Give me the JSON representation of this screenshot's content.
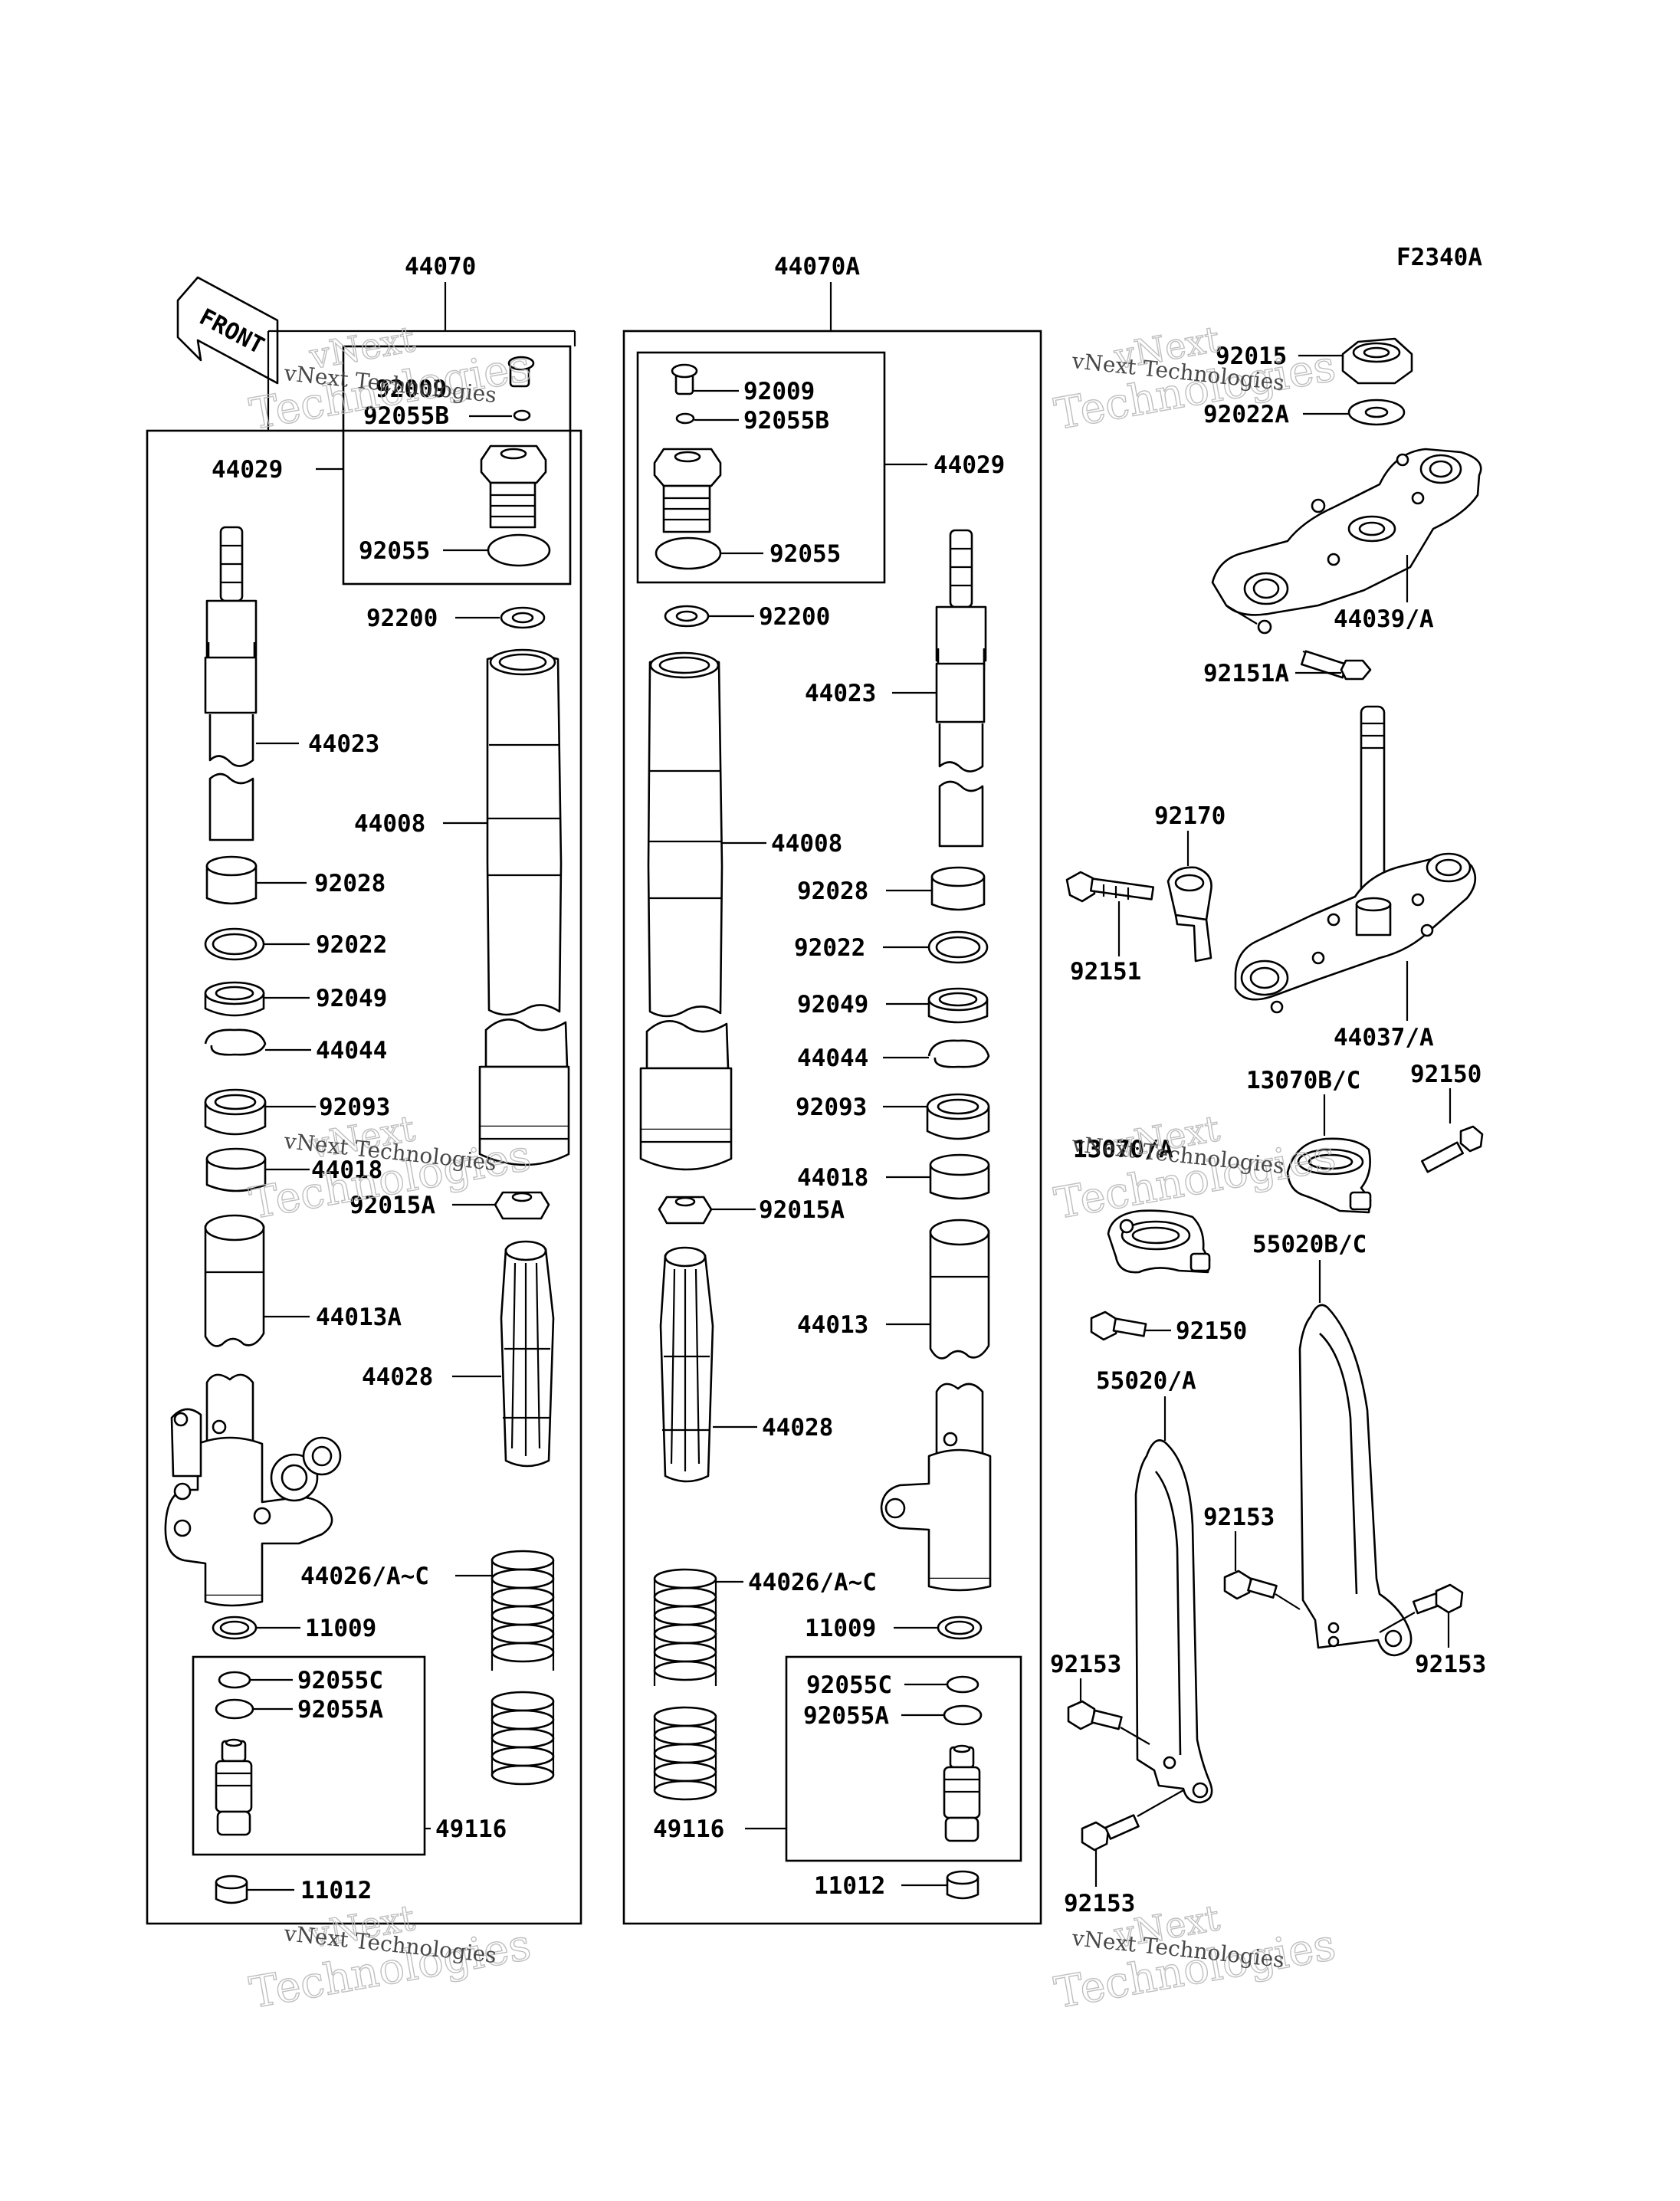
{
  "figure": {
    "code": "F2340A",
    "front_label": "FRONT",
    "watermark": [
      "vNext",
      "vNext Technologies",
      "Technologies"
    ]
  },
  "groups": {
    "left_fork": "44070",
    "right_fork": "44070A"
  },
  "parts": {
    "left": {
      "p92009": "92009",
      "p92055B": "92055B",
      "p44029": "44029",
      "p92055": "92055",
      "p92200": "92200",
      "p44023": "44023",
      "p44008": "44008",
      "p92028": "92028",
      "p92022": "92022",
      "p92049": "92049",
      "p44044": "44044",
      "p92093": "92093",
      "p44018": "44018",
      "p92015A": "92015A",
      "p44013A": "44013A",
      "p44028": "44028",
      "p44026": "44026/A~C",
      "p11009": "11009",
      "p92055C": "92055C",
      "p92055A": "92055A",
      "p49116": "49116",
      "p11012": "11012"
    },
    "right": {
      "p92009": "92009",
      "p92055B": "92055B",
      "p44029": "44029",
      "p92055": "92055",
      "p92200": "92200",
      "p44023": "44023",
      "p44008": "44008",
      "p92028": "92028",
      "p92022": "92022",
      "p92049": "92049",
      "p44044": "44044",
      "p92093": "92093",
      "p44018": "44018",
      "p92015A": "92015A",
      "p44013": "44013",
      "p44028": "44028",
      "p44026": "44026/A~C",
      "p11009": "11009",
      "p92055C": "92055C",
      "p92055A": "92055A",
      "p49116": "49116",
      "p11012": "11012"
    },
    "steering": {
      "p92015": "92015",
      "p92022A": "92022A",
      "p44039": "44039/A",
      "p92151A": "92151A",
      "p92170": "92170",
      "p92151": "92151",
      "p44037": "44037/A",
      "p13070BC": "13070B/C",
      "p92150a": "92150",
      "p13070A": "13070/A",
      "p92150b": "92150",
      "p55020BC": "55020B/C",
      "p55020A": "55020/A",
      "p92153a": "92153",
      "p92153b": "92153",
      "p92153c": "92153",
      "p92153d": "92153"
    }
  }
}
